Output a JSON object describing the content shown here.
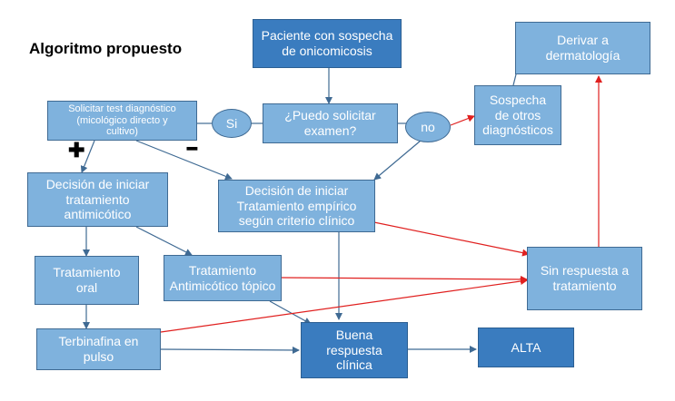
{
  "title": "Algoritmo propuesto",
  "nodes": {
    "paciente": "Paciente con sospecha\nde onicomicosis",
    "derivar": "Derivar a\ndermatología",
    "solicitar_test": "Solicitar test diagnóstico\n(micológico directo y\ncultivo)",
    "puedo_solicitar": "¿Puedo solicitar\nexamen?",
    "sospecha_otros": "Sospecha\nde otros\ndiagnósticos",
    "decision_iniciar": "Decisión de iniciar\ntratamiento\nantimicótico",
    "decision_empirico": "Decisión de iniciar\nTratamiento empírico\nsegún criterio clínico",
    "tratamiento_oral": "Tratamiento\noral",
    "tratamiento_topico": "Tratamiento\nAntimicótico tópico",
    "sin_respuesta": "Sin respuesta a\ntratamiento",
    "terbinafina": "Terbinafina en\npulso",
    "buena_respuesta": "Buena\nrespuesta\nclínica",
    "alta": "ALTA"
  },
  "labels": {
    "si": "Si",
    "no": "no",
    "plus": "✚",
    "minus": "━"
  },
  "colors": {
    "blue_connector": "#3f6a93",
    "red_connector": "#e0201f"
  }
}
